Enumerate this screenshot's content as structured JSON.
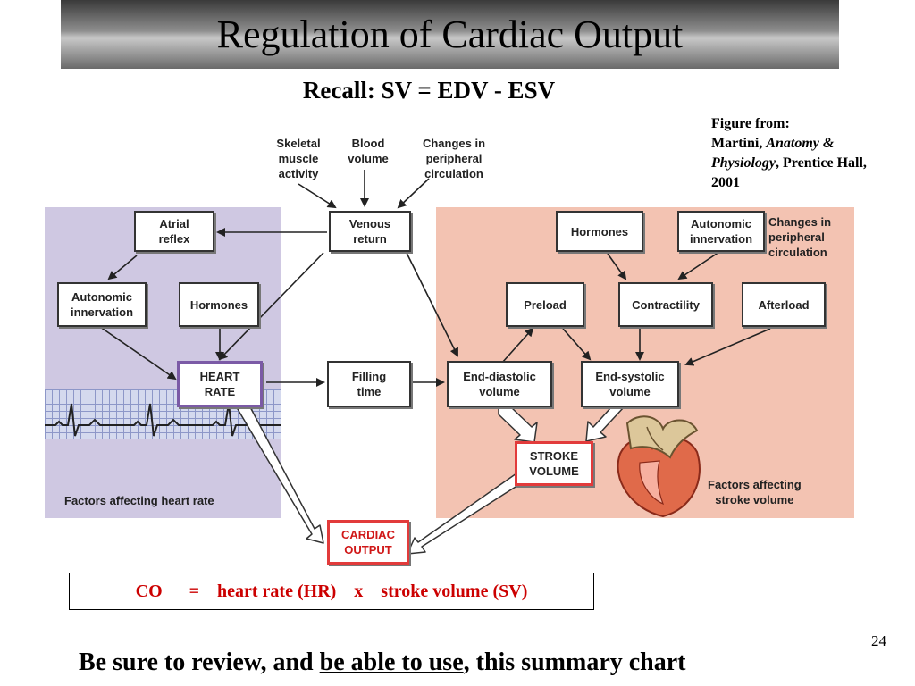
{
  "slide": {
    "title": "Regulation of Cardiac Output",
    "subtitle": "Recall: SV = EDV - ESV",
    "credit": {
      "prefix": "Figure from:",
      "author": "Martini, ",
      "book": "Anatomy & Physiology",
      "rest": ", Prentice Hall, 2001"
    },
    "formula": "CO      =    heart rate (HR)    x    stroke volume (SV)",
    "page_number": "24",
    "footer": {
      "before": "Be sure to review, and ",
      "underlined": "be able to use",
      "after": ", this summary chart"
    }
  },
  "diagram": {
    "top_labels": {
      "skeletal": "Skeletal\nmuscle\nactivity",
      "blood_volume": "Blood\nvolume",
      "peripheral_top": "Changes in\nperipheral\ncirculation"
    },
    "boxes": {
      "venous_return": "Venous\nreturn",
      "atrial_reflex": "Atrial\nreflex",
      "autonomic_left": "Autonomic\ninnervation",
      "hormones_left": "Hormones",
      "heart_rate": "HEART\nRATE",
      "filling_time": "Filling\ntime",
      "hormones_right": "Hormones",
      "autonomic_right": "Autonomic\ninnervation",
      "preload": "Preload",
      "contractility": "Contractility",
      "afterload": "Afterload",
      "edv": "End-diastolic\nvolume",
      "esv": "End-systolic\nvolume",
      "stroke_volume": "STROKE\nVOLUME",
      "cardiac_output": "CARDIAC\nOUTPUT"
    },
    "peripheral_right": "Changes in\nperipheral\ncirculation",
    "factors_hr": "Factors affecting heart rate",
    "factors_sv": "Factors affecting\nstroke volume"
  },
  "colors": {
    "left_panel": "#cfc8e2",
    "right_panel": "#f3c3b2",
    "formula_text": "#cc0000",
    "cardiac_output_border": "#e23b3b",
    "heart_rate_border": "#7b5aa6"
  },
  "icons": [
    "heart-illustration-icon",
    "ecg-trace-icon"
  ]
}
